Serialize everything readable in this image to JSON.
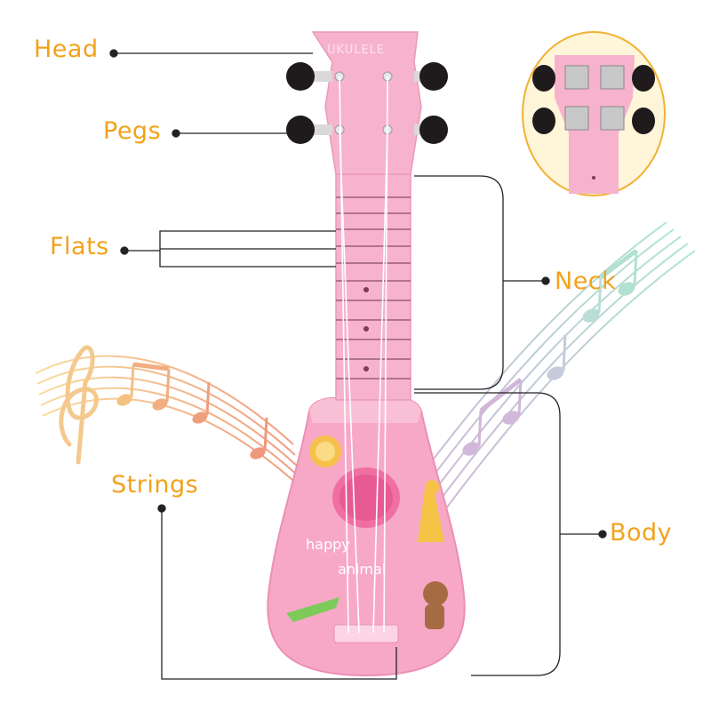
{
  "labels": {
    "head": "Head",
    "pegs": "Pegs",
    "flats": "Flats",
    "neck": "Neck",
    "strings": "Strings",
    "body": "Body"
  },
  "ukulele": {
    "headstock_text": "UKULELE",
    "body_text_line1": "happy",
    "body_text_line2": "animal"
  },
  "colors": {
    "label": "#f2a21b",
    "leader_line": "#222222",
    "ukulele_pink": "#f7a8c6",
    "ukulele_light_pink": "#fcd4e3",
    "inset_border": "#f2b233",
    "notes_warm": "#f0b36a",
    "notes_teal": "#9fd9c8",
    "notes_purple": "#c9a8c9"
  },
  "icons": [
    "music-notes-left",
    "music-notes-right",
    "ukulele-illustration",
    "headstock-closeup-inset"
  ]
}
